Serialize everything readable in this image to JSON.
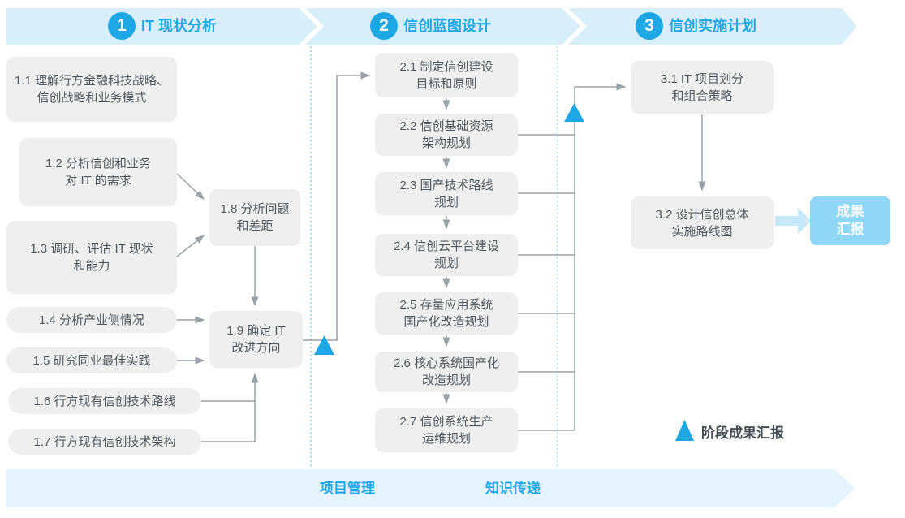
{
  "colors": {
    "accent_blue": "#1ea7e5",
    "banner_blue": "#d8eefb",
    "footer_banner_blue": "#e4f3fc",
    "box_gray": "#efefef",
    "connector_gray": "#9aa2a9",
    "divider_dotted_blue": "#8ad0f0",
    "result_box_blue": "#90d7f6",
    "result_arrow_blue": "#c5e8fa",
    "box_text_gray": "#50575e"
  },
  "phases": [
    {
      "number": "1",
      "title": "IT 现状分析"
    },
    {
      "number": "2",
      "title": "信创蓝图设计"
    },
    {
      "number": "3",
      "title": "信创实施计划"
    }
  ],
  "boxes": {
    "b1_1": "1.1 理解行方金融科技战略、\n信创战略和业务模式",
    "b1_2": "1.2 分析信创和业务\n对 IT 的需求",
    "b1_3": "1.3 调研、评估 IT 现状\n和能力",
    "b1_4": "1.4 分析产业侧情况",
    "b1_5": "1.5 研究同业最佳实践",
    "b1_6": "1.6 行方现有信创技术路线",
    "b1_7": "1.7 行方现有信创技术架构",
    "b1_8": "1.8 分析问题\n和差距",
    "b1_9": "1.9 确定 IT\n改进方向",
    "b2_1": "2.1 制定信创建设\n目标和原则",
    "b2_2": "2.2 信创基础资源\n架构规划",
    "b2_3": "2.3 国产技术路线\n规划",
    "b2_4": "2.4 信创云平台建设\n规划",
    "b2_5": "2.5 存量应用系统\n国产化改造规划",
    "b2_6": "2.6 核心系统国产化\n改造规划",
    "b2_7": "2.7 信创系统生产\n运维规划",
    "b3_1": "3.1 IT 项目划分\n和组合策略",
    "b3_2": "3.2 设计信创总体\n实施路线图"
  },
  "result_box_label": "成果\n汇报",
  "legend_label": "阶段成果汇报",
  "footer": {
    "project_management": "项目管理",
    "knowledge_transfer": "知识传递"
  }
}
